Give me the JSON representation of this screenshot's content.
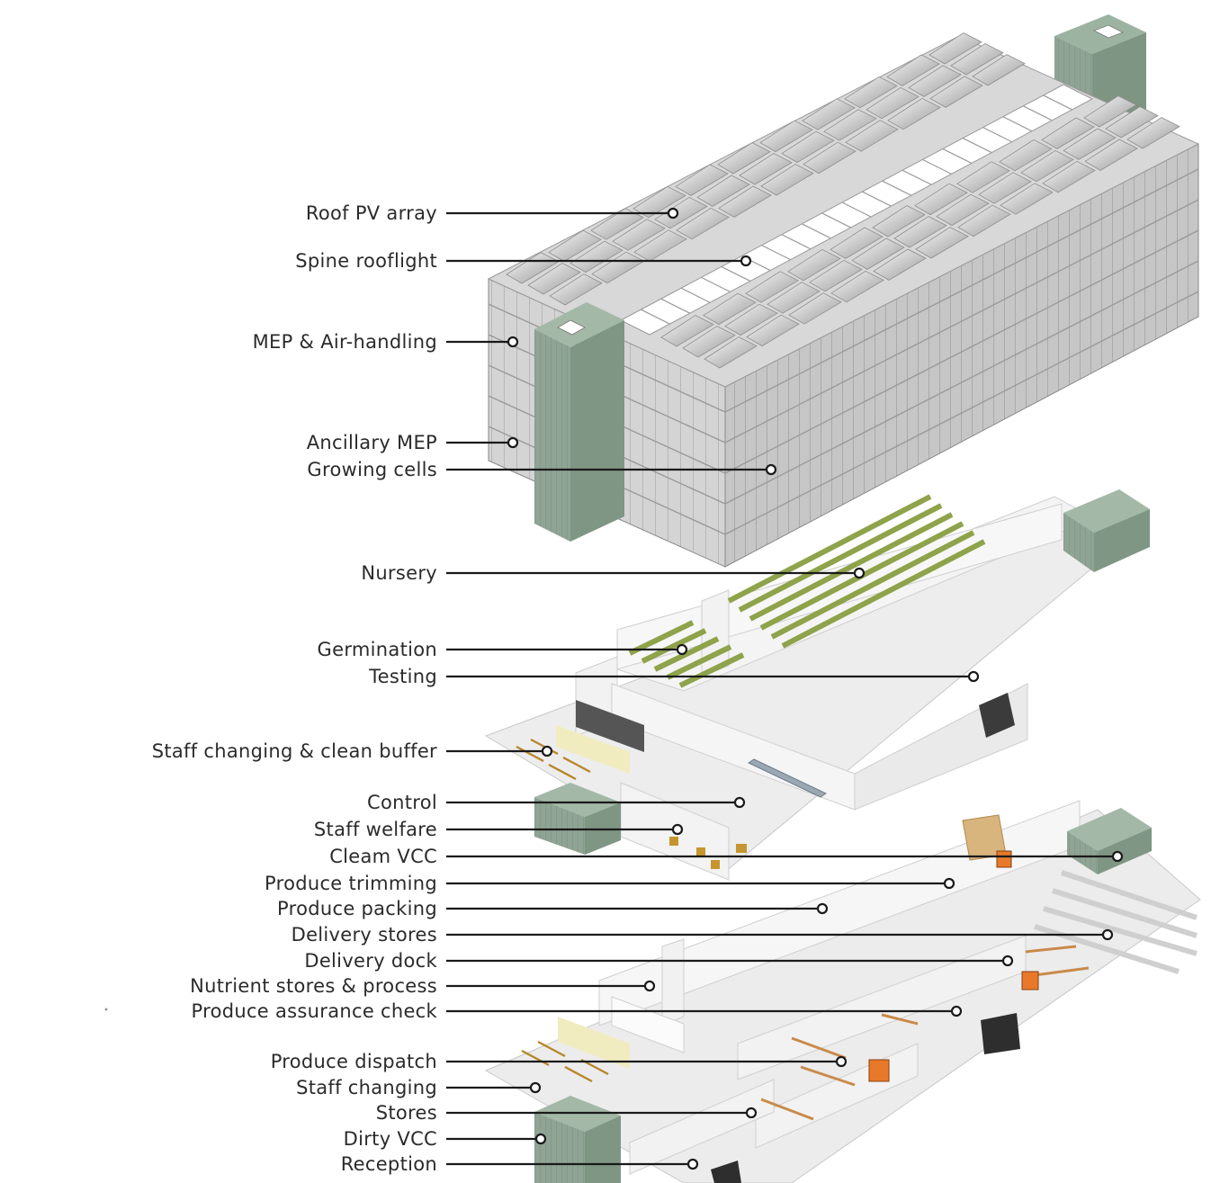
{
  "colors": {
    "facade": "#d2d2d2",
    "facade_dark": "#bcbcbc",
    "roof_panel": "#e6e6e6",
    "core_green": "#8aa08e",
    "core_green_dark": "#6f8673",
    "floor_plate": "#ececec",
    "wall": "#f6f6f6",
    "planting": "#8ea34a",
    "forklift": "#e8792a",
    "pallet": "#d9b57e",
    "line": "#1a1a1a"
  },
  "labels": [
    {
      "id": "roof-pv-array",
      "text": "Roof PV array"
    },
    {
      "id": "spine-rooflight",
      "text": "Spine rooflight"
    },
    {
      "id": "mep-air-handling",
      "text": "MEP & Air-handling"
    },
    {
      "id": "ancillary-mep",
      "text": "Ancillary MEP"
    },
    {
      "id": "growing-cells",
      "text": "Growing cells"
    },
    {
      "id": "nursery",
      "text": "Nursery"
    },
    {
      "id": "germination",
      "text": "Germination"
    },
    {
      "id": "testing",
      "text": "Testing"
    },
    {
      "id": "staff-changing-clean-buffer",
      "text": "Staff changing & clean buffer"
    },
    {
      "id": "control",
      "text": "Control"
    },
    {
      "id": "staff-welfare",
      "text": "Staff welfare"
    },
    {
      "id": "cleam-vcc",
      "text": "Cleam VCC"
    },
    {
      "id": "produce-trimming",
      "text": "Produce trimming"
    },
    {
      "id": "produce-packing",
      "text": "Produce packing"
    },
    {
      "id": "delivery-stores",
      "text": "Delivery stores"
    },
    {
      "id": "delivery-dock",
      "text": "Delivery dock"
    },
    {
      "id": "nutrient-stores-process",
      "text": "Nutrient stores & process"
    },
    {
      "id": "produce-assurance-check",
      "text": "Produce assurance check"
    },
    {
      "id": "produce-dispatch",
      "text": "Produce dispatch"
    },
    {
      "id": "staff-changing",
      "text": "Staff changing"
    },
    {
      "id": "stores",
      "text": "Stores"
    },
    {
      "id": "dirty-vcc",
      "text": "Dirty VCC"
    },
    {
      "id": "reception",
      "text": "Reception"
    }
  ]
}
